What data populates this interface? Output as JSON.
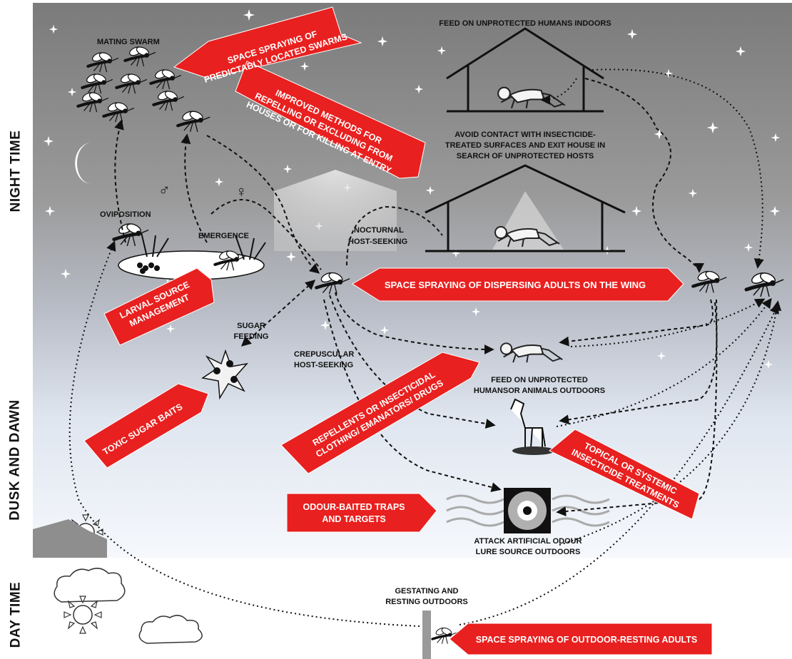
{
  "sections": {
    "night": "NIGHT TIME",
    "dusk": "DUSK AND DAWN",
    "day": "DAY TIME"
  },
  "labels": {
    "mating_swarm": "MATING SWARM",
    "feed_indoors": "FEED ON UNPROTECTED HUMANS INDOORS",
    "avoid_contact": [
      "AVOID CONTACT WITH INSECTICIDE-",
      "TREATED SURFACES AND EXIT HOUSE IN",
      "SEARCH OF UNPROTECTED HOSTS"
    ],
    "oviposition": "OVIPOSITION",
    "emergence": "EMERGENCE",
    "nocturnal": [
      "NOCTURNAL",
      "HOST-SEEKING"
    ],
    "sugar_feeding": [
      "SUGAR",
      "FEEDING"
    ],
    "crepuscular": [
      "CREPUSCULAR",
      "HOST-SEEKING"
    ],
    "feed_outdoors": [
      "FEED ON UNPROTECTED",
      "HUMANSOR ANIMALS OUTDOORS"
    ],
    "attack_lure": [
      "ATTACK ARTIFICIAL ODOUR",
      "LURE SOURCE OUTDOORS"
    ],
    "gestating": [
      "GESTATING AND",
      "RESTING OUTDOORS"
    ],
    "male_symbol": "♂",
    "female_symbol": "♀"
  },
  "interventions": {
    "swarm_spraying": [
      "SPACE SPRAYING OF",
      "PREDICTABLY LOCATED SWARMS"
    ],
    "house_methods": [
      "IMPROVED METHODS FOR",
      "REPELLING OR EXCLUDING FROM",
      "HOUSES OR FOR KILLING AT ENTRY"
    ],
    "dispersing_spraying": "SPACE SPRAYING OF DISPERSING ADULTS ON THE WING",
    "larval": [
      "LARVAL SOURCE",
      "MANAGEMENT"
    ],
    "sugar_baits": "TOXIC SUGAR BAITS",
    "repellents": [
      "REPELLENTS OR INSECTICIDAL",
      "CLOTHING/ EMANATORS/ DRUGS"
    ],
    "topical": [
      "TOPICAL OR SYSTEMIC",
      "INSECTICIDE TREATMENTS"
    ],
    "odour_traps": [
      "ODOUR-BAITED TRAPS",
      "AND TARGETS"
    ],
    "resting_spraying": "SPACE SPRAYING OF OUTDOOR-RESTING ADULTS"
  },
  "colors": {
    "intervention_red": "#e8201f",
    "night_sky_top": "#7d7d7d",
    "dawn_bottom": "#e6eef8"
  }
}
